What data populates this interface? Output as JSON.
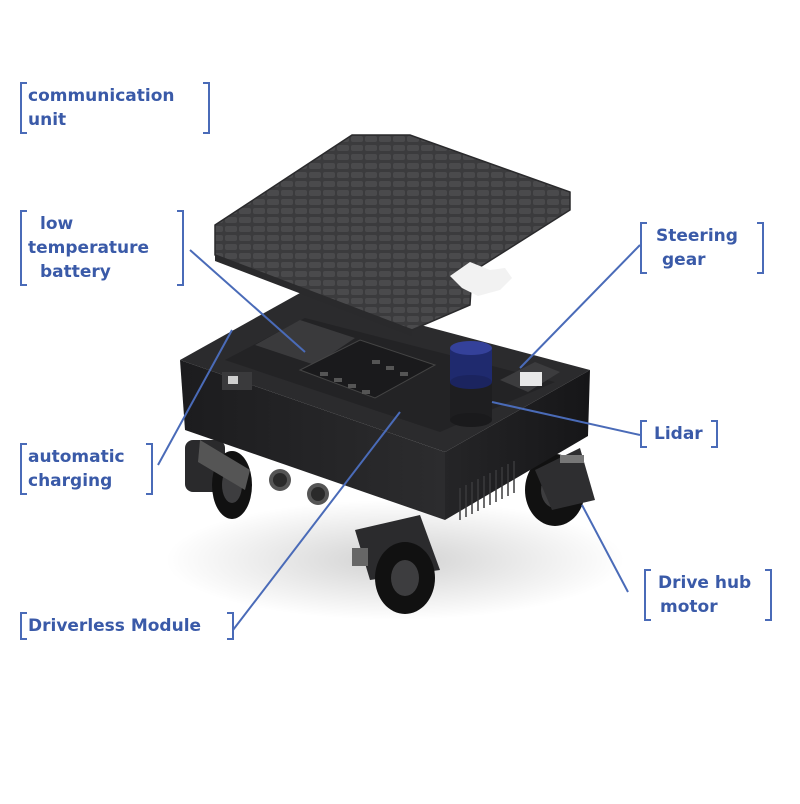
{
  "accent_color": "#3a5aa8",
  "labels": {
    "communication_unit": {
      "line1": "communication",
      "line2": "unit"
    },
    "low_temperature_battery": {
      "line1": "low",
      "line2": "temperature",
      "line3": "battery"
    },
    "automatic_charging": {
      "line1": "automatic",
      "line2": "charging"
    },
    "driverless_module": {
      "line1": "Driverless Module"
    },
    "steering_gear": {
      "line1": "Steering",
      "line2": "gear"
    },
    "lidar": {
      "line1": "Lidar"
    },
    "drive_hub_motor": {
      "line1": "Drive hub",
      "line2": "motor"
    }
  }
}
